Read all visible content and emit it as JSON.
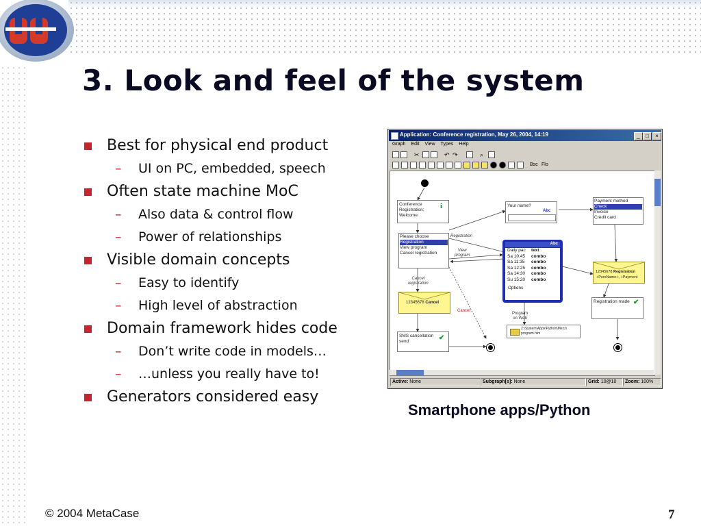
{
  "slide": {
    "title": "3. Look and feel of the system",
    "footer": "© 2004 MetaCase",
    "page_number": "7",
    "caption": "Smartphone apps/Python",
    "colors": {
      "bullet": "#c3262e",
      "title": "#0a0a23",
      "titlebar": "#0a246a"
    }
  },
  "bullets": [
    {
      "level": 1,
      "text": "Best for physical end product"
    },
    {
      "level": 2,
      "text": "UI on PC, embedded, speech"
    },
    {
      "level": 1,
      "text": "Often state machine MoC"
    },
    {
      "level": 2,
      "text": "Also data & control flow"
    },
    {
      "level": 2,
      "text": "Power of relationships"
    },
    {
      "level": 1,
      "text": "Visible domain concepts"
    },
    {
      "level": 2,
      "text": "Easy to identify"
    },
    {
      "level": 2,
      "text": "High level of abstraction"
    },
    {
      "level": 1,
      "text": "Domain framework hides code"
    },
    {
      "level": 2,
      "text": "Don’t write code in models…"
    },
    {
      "level": 2,
      "text": "…unless you really have to!"
    },
    {
      "level": 1,
      "text": "Generators considered easy"
    }
  ],
  "window": {
    "title": "Application: Conference registration, May 26, 2004, 14:19",
    "menu": [
      "Graph",
      "Edit",
      "View",
      "Types",
      "Help"
    ],
    "toolbar_text": {
      "bsc": "Bsc",
      "flo": "Flo"
    },
    "status": {
      "active_label": "Active:",
      "active_value": "None",
      "subgraph_label": "Subgraph[s]:",
      "subgraph_value": "None",
      "grid_label": "Grid:",
      "grid_value": "10@10",
      "zoom_label": "Zoom:",
      "zoom_value": "100%"
    }
  },
  "diagram": {
    "conference_node": [
      "Conference",
      "Registration:",
      "Welcome"
    ],
    "info_icon": "i",
    "your_name": {
      "label": "Your name?",
      "badge": "Abc"
    },
    "payment": {
      "title": "Payment method",
      "items": [
        "Check",
        "Invoice",
        "Credit card"
      ]
    },
    "please_choose": {
      "title": "Please choose",
      "items": [
        "Registration",
        "View program",
        "Cancel registration"
      ]
    },
    "labels": {
      "registration": "Registration",
      "view_program": [
        "View",
        "program"
      ],
      "cancel_registration": [
        "Cancel",
        "registration"
      ],
      "cancel": "Cancel",
      "program_on_web": [
        "Program",
        "on Web"
      ]
    },
    "phone": {
      "header": "Abc",
      "rows": [
        {
          "left": "Daily pac",
          "right": "text"
        },
        {
          "left": "Sa 10.45",
          "right": "combo"
        },
        {
          "left": "Sa 11:35",
          "right": "combo"
        },
        {
          "left": "Sa 12:25",
          "right": "combo"
        },
        {
          "left": "Sa 14:30",
          "right": "combo"
        },
        {
          "left": "Su 15:20",
          "right": "combo"
        }
      ],
      "footer": "Options"
    },
    "cancel_envelope": {
      "num": "12345678",
      "word": "Cancel"
    },
    "registration_envelope": {
      "num": "12345678",
      "word": "Registration",
      "line2": "+PersName+, +Payment"
    },
    "registration_made": "Registration made",
    "sms_cancellation": [
      "SMS cancellation",
      "send"
    ],
    "file_path": [
      "Z:\\System\\Apps\\Python\\Mezz\\",
      "program.htm"
    ]
  }
}
